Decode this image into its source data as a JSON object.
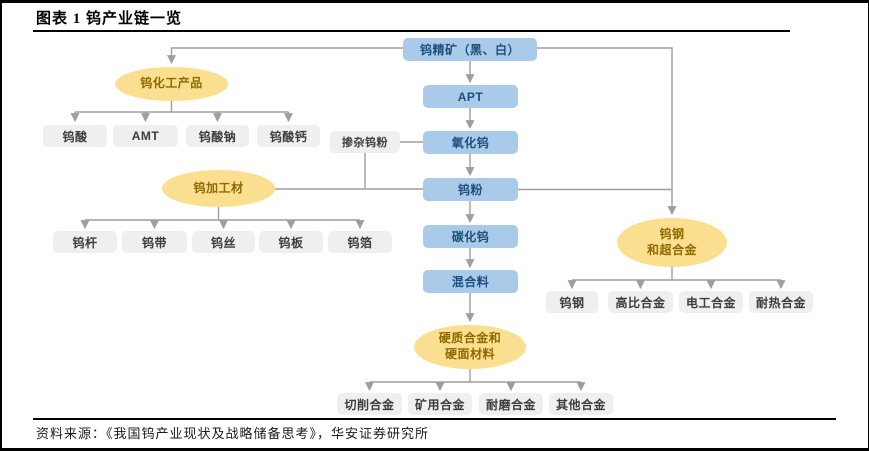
{
  "header": {
    "title": "图表 1 钨产业链一览"
  },
  "footer": {
    "source": "资料来源：《我国钨产业现状及战略储备思考》，华安证券研究所"
  },
  "colors": {
    "blue_bg": "#A9CBE9",
    "blue_text": "#1D4E7E",
    "yellow_bg": "#FBDF90",
    "yellow_text": "#8F6A00",
    "gray_bg": "#EFEFEF",
    "gray_text": "#3D3D3D",
    "line": "#9E9E9E",
    "border": "#000000"
  },
  "diagram": {
    "chain": [
      "钨精矿（黑、白）",
      "APT",
      "氧化钨",
      "钨粉",
      "碳化钨",
      "混合料"
    ],
    "doped_label": "掺杂钨粉",
    "groups": [
      {
        "label_lines": [
          "钨化工产品"
        ],
        "children": [
          "钨酸",
          "AMT",
          "钨酸钠",
          "钨酸钙"
        ]
      },
      {
        "label_lines": [
          "钨加工材"
        ],
        "children": [
          "钨杆",
          "钨带",
          "钨丝",
          "钨板",
          "钨箔"
        ]
      },
      {
        "label_lines": [
          "钨钢",
          "和超合金"
        ],
        "children": [
          "钨钢",
          "高比合金",
          "电工合金",
          "耐热合金"
        ]
      },
      {
        "label_lines": [
          "硬质合金和",
          "硬面材料"
        ],
        "children": [
          "切削合金",
          "矿用合金",
          "耐磨合金",
          "其他合金"
        ]
      }
    ]
  }
}
